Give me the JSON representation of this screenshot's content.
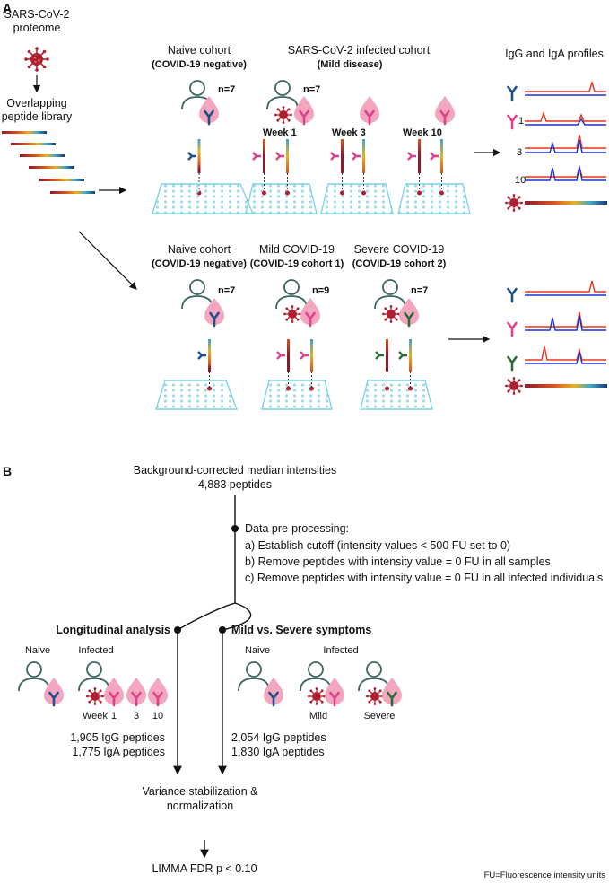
{
  "panel_a": {
    "label": "A",
    "proteome": {
      "line1": "SARS-CoV-2",
      "line2": "proteome"
    },
    "library": {
      "line1": "Overlapping",
      "line2": "peptide library"
    },
    "top": {
      "naive_title": "Naive cohort",
      "naive_sub": "(COVID-19 negative)",
      "infected_title": "SARS-CoV-2 infected cohort",
      "infected_sub": "(Mild disease)",
      "n_naive": "n=7",
      "n_infected": "n=7",
      "week1": "Week 1",
      "week3": "Week 3",
      "week10": "Week 10",
      "profiles_title": "IgG and IgA profiles",
      "profile_labels": [
        "1",
        "3",
        "10"
      ]
    },
    "bottom": {
      "naive_title": "Naive cohort",
      "naive_sub": "(COVID-19 negative)",
      "mild_title": "Mild COVID-19",
      "mild_sub": "(COVID-19 cohort 1)",
      "severe_title": "Severe COVID-19",
      "severe_sub": "(COVID-19 cohort 2)",
      "n_naive": "n=7",
      "n_mild": "n=9",
      "n_severe": "n=7"
    }
  },
  "panel_b": {
    "label": "B",
    "start_line1": "Background-corrected median intensities",
    "start_line2": "4,883 peptides",
    "preproc_title": "Data pre-processing:",
    "preproc_a": "a) Establish cutoff (intensity values < 500 FU set to 0)",
    "preproc_b": "b) Remove peptides with intensity value = 0 FU in all samples",
    "preproc_c": "c) Remove peptides with intensity value = 0 FU in all infected individuals",
    "long_title": "Longitudinal analysis",
    "mild_severe_title": "Mild vs. Severe symptoms",
    "long_naive": "Naive",
    "long_infected": "Infected",
    "long_week": "Week",
    "long_w1": "1",
    "long_w3": "3",
    "long_w10": "10",
    "ms_naive": "Naive",
    "ms_infected": "Infected",
    "ms_mild": "Mild",
    "ms_severe": "Severe",
    "long_igg": "1,905 IgG peptides",
    "long_iga": "1,775 IgA peptides",
    "ms_igg": "2,054 IgG peptides",
    "ms_iga": "1,830 IgA peptides",
    "vsn_line1": "Variance stabilization &",
    "vsn_line2": "normalization",
    "limma": "LIMMA FDR p < 0.10",
    "footnote": "FU=Fluorescence intensity units"
  },
  "colors": {
    "igg": "#1f4e8c",
    "iga": "#e0408a",
    "severe_ab": "#2e6b3a",
    "virus": "#b01e2f",
    "drop": "#f3a6bd",
    "person": "#3d6660",
    "array": "#7fd3e6",
    "trace_red": "#e8341c",
    "trace_blue": "#1b2fd6"
  },
  "icons": [
    "virus-icon",
    "person-icon",
    "blood-drop-icon",
    "antibody-icon",
    "peptide-array-icon",
    "arrow-icon"
  ]
}
